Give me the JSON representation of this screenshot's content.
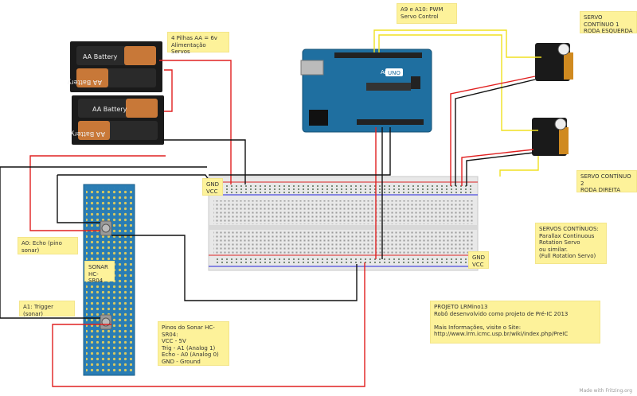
{
  "notes": {
    "batteries": "4 Pilhas AA = 6v\nAlimentação Servos",
    "pwm": "A9 e A10: PWM\nServo Control",
    "servo_left": "SERVO CONTÍNUO 1\nRODA ESQUERDA",
    "servo_right": "SERVO CONTÍNUO 2\nRODA DIREITA",
    "servos_info": "SERVOS CONTÍNUOS:\nParallax Continuous\nRotation Servo\nou similar.\n(Full Rotation Servo)",
    "gnd_vcc_top": "GND\nVCC",
    "gnd_vcc_bottom": "GND\nVCC",
    "echo": "A0: Echo (pino sonar)",
    "sonar": "SONAR\nHC-SR04",
    "trigger": "A1: Trigger (sonar)",
    "sonar_pins": "Pinos do Sonar HC-SR04:\nVCC -  5V\nTrig - A1  (Analog 1)\nEcho - A0 (Analog 0)\nGND - Ground",
    "project": "PROJETO LRMino13\nRobô desenvolvido como projeto de Pré-IC 2013\n\nMais Informações, visite o Site:\nhttp://www.lrm.icmc.usp.br/wiki/index.php/PreIC"
  },
  "battery_label": "AA Battery",
  "arduino": {
    "brand": "Arduino",
    "model": "UNO"
  },
  "footer": "Made with  Fritzing.org",
  "colors": {
    "wire_red": "#e02020",
    "wire_black": "#111111",
    "wire_yellow": "#f0e020",
    "note_bg": "#fdf29a",
    "board_blue": "#1f6fa0",
    "pcb_blue": "#1f7fb0"
  }
}
